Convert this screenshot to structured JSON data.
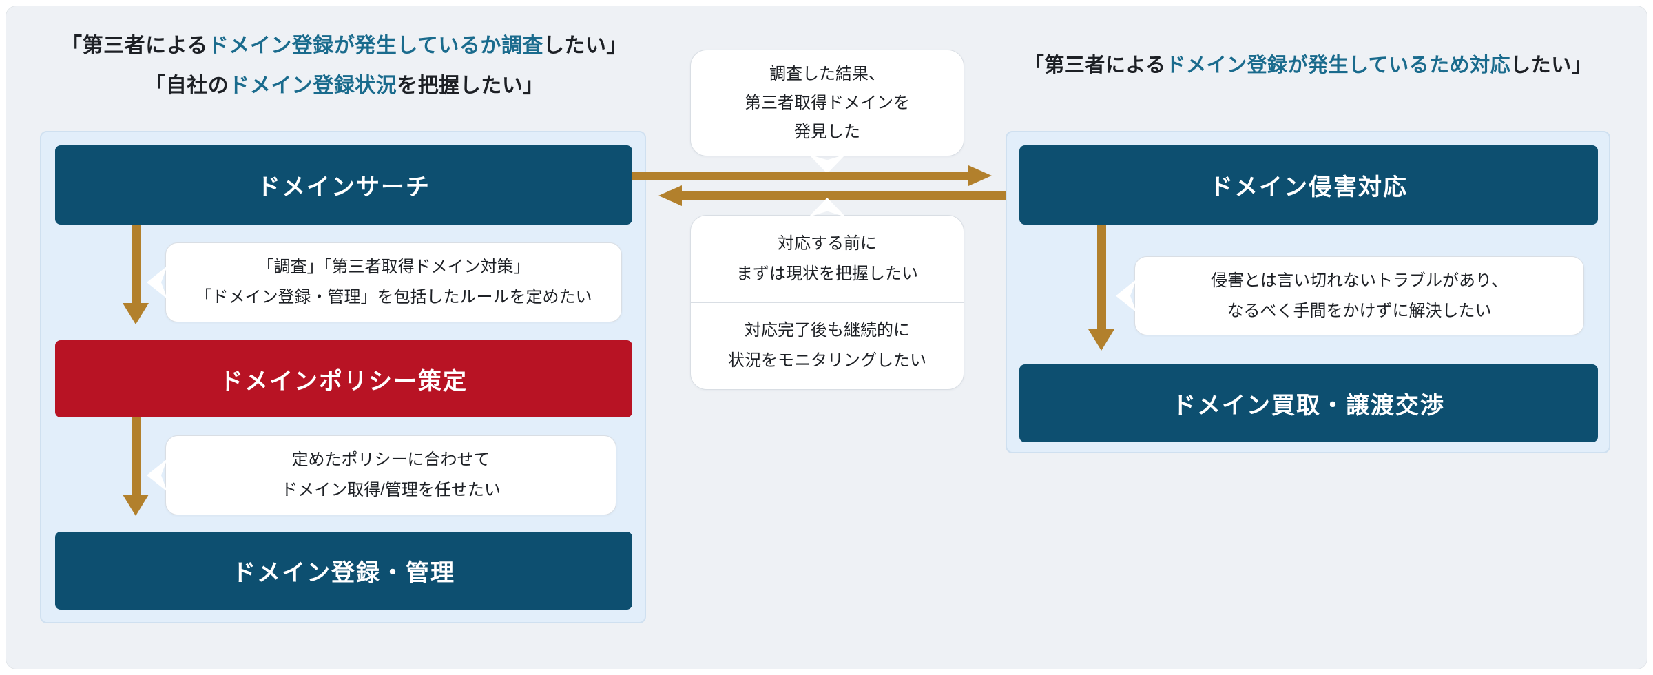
{
  "colors": {
    "teal_box": "#0d4f70",
    "red_box": "#b81324",
    "arrow": "#b2802c",
    "accent_text": "#1a6b8d",
    "panel_bg": "#e2eefa",
    "panel_border": "#cfe0f0",
    "canvas_bg": "#eef1f5",
    "canvas_border": "#e2e6ea",
    "bubble_border": "#d9dee4",
    "text": "#1d2025"
  },
  "headings": {
    "left_line1": [
      {
        "text": "「第三者による",
        "accent": false
      },
      {
        "text": "ドメイン登録が発生しているか調査",
        "accent": true
      },
      {
        "text": "したい」",
        "accent": false
      }
    ],
    "left_line2": [
      {
        "text": "「自社の",
        "accent": false
      },
      {
        "text": "ドメイン登録状況",
        "accent": true
      },
      {
        "text": "を把握したい」",
        "accent": false
      }
    ],
    "right_line1": [
      {
        "text": "「第三者による",
        "accent": false
      },
      {
        "text": "ドメイン登録が発生しているため対応",
        "accent": true
      },
      {
        "text": "したい」",
        "accent": false
      }
    ]
  },
  "left_panel": {
    "box1": "ドメインサーチ",
    "box2": "ドメインポリシー策定",
    "box3": "ドメイン登録・管理",
    "bubble1_line1": "「調査」「第三者取得ドメイン対策」",
    "bubble1_line2": "「ドメイン登録・管理」を包括したルールを定めたい",
    "bubble2_line1": "定めたポリシーに合わせて",
    "bubble2_line2": "ドメイン取得/管理を任せたい"
  },
  "center": {
    "top_bubble_line1": "調査した結果、",
    "top_bubble_line2": "第三者取得ドメインを",
    "top_bubble_line3": "発見した",
    "bottom_bubble_sec1_line1": "対応する前に",
    "bottom_bubble_sec1_line2": "まずは現状を把握したい",
    "bottom_bubble_sec2_line1": "対応完了後も継続的に",
    "bottom_bubble_sec2_line2": "状況をモニタリングしたい"
  },
  "right_panel": {
    "box1": "ドメイン侵害対応",
    "box2": "ドメイン買取・譲渡交渉",
    "bubble_line1": "侵害とは言い切れないトラブルがあり、",
    "bubble_line2": "なるべく手間をかけずに解決したい"
  }
}
